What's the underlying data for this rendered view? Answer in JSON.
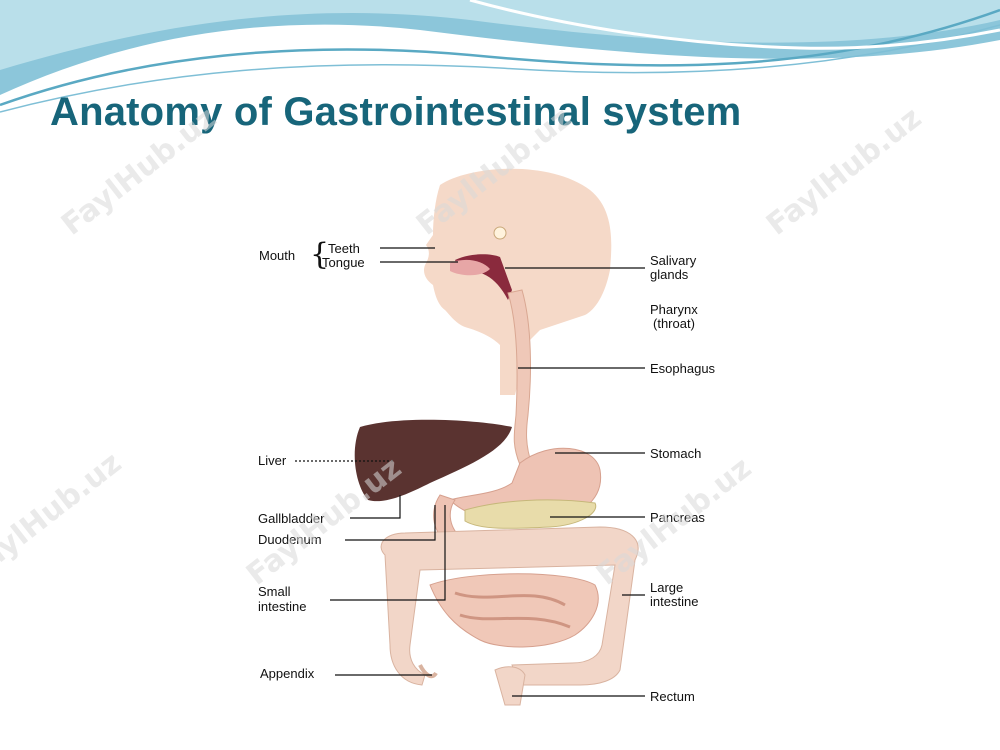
{
  "slide": {
    "title": "Anatomy of Gastrointestinal system",
    "title_color": "#17657a",
    "accent_colors": [
      "#7fbfd6",
      "#b7dde8",
      "#4fa6c2"
    ]
  },
  "watermark": {
    "text": "FaylHub.uz"
  },
  "diagram": {
    "labels": {
      "mouth": "Mouth",
      "teeth": "Teeth",
      "tongue": "Tongue",
      "salivary_glands_1": "Salivary",
      "salivary_glands_2": "glands",
      "pharynx_1": "Pharynx",
      "pharynx_2": "(throat)",
      "esophagus": "Esophagus",
      "liver": "Liver",
      "stomach": "Stomach",
      "gallbladder": "Gallbladder",
      "pancreas": "Pancreas",
      "duodenum": "Duodenum",
      "small_intestine_1": "Small",
      "small_intestine_2": "intestine",
      "large_intestine_1": "Large",
      "large_intestine_2": "intestine",
      "appendix": "Appendix",
      "rectum": "Rectum"
    }
  }
}
